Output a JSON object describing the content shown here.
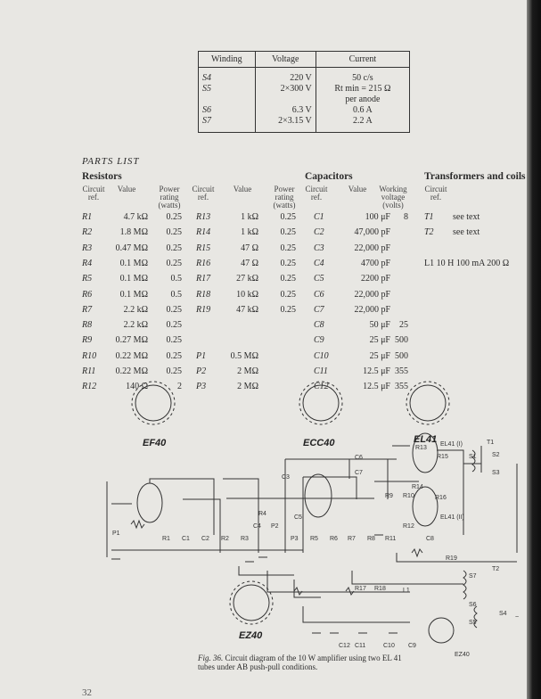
{
  "winding_table": {
    "headers": [
      "Winding",
      "Voltage",
      "Current"
    ],
    "rows": [
      {
        "winding": "S4",
        "voltage": "220 V",
        "current": "50 c/s"
      },
      {
        "winding": "S5",
        "voltage": "2×300 V",
        "current": "Rt min = 215 Ω"
      },
      {
        "winding": "",
        "voltage": "",
        "current": "per anode"
      },
      {
        "winding": "S6",
        "voltage": "6.3 V",
        "current": "0.6 A"
      },
      {
        "winding": "S7",
        "voltage": "2×3.15 V",
        "current": "2.2 A"
      }
    ]
  },
  "parts_list": {
    "title": "PARTS LIST",
    "resistors": {
      "title": "Resistors",
      "headers": [
        "Circuit ref.",
        "Value",
        "Power rating (watts)",
        "Circuit ref.",
        "Value",
        "Power rating (watts)"
      ],
      "left": [
        [
          "R1",
          "4.7 kΩ",
          "0.25"
        ],
        [
          "R2",
          "1.8 MΩ",
          "0.25"
        ],
        [
          "R3",
          "0.47 MΩ",
          "0.25"
        ],
        [
          "R4",
          "0.1 MΩ",
          "0.25"
        ],
        [
          "R5",
          "0.1 MΩ",
          "0.5"
        ],
        [
          "R6",
          "0.1 MΩ",
          "0.5"
        ],
        [
          "R7",
          "2.2 kΩ",
          "0.25"
        ],
        [
          "R8",
          "2.2 kΩ",
          "0.25"
        ],
        [
          "R9",
          "0.27 MΩ",
          "0.25"
        ],
        [
          "R10",
          "0.22 MΩ",
          "0.25"
        ],
        [
          "R11",
          "0.22 MΩ",
          "0.25"
        ],
        [
          "R12",
          "140 Ω",
          "2"
        ]
      ],
      "right": [
        [
          "R13",
          "1 kΩ",
          "0.25"
        ],
        [
          "R14",
          "1 kΩ",
          "0.25"
        ],
        [
          "R15",
          "47 Ω",
          "0.25"
        ],
        [
          "R16",
          "47 Ω",
          "0.25"
        ],
        [
          "R17",
          "27 kΩ",
          "0.25"
        ],
        [
          "R18",
          "10 kΩ",
          "0.25"
        ],
        [
          "R19",
          "47 kΩ",
          "0.25"
        ]
      ],
      "pots": [
        [
          "P1",
          "0.5 MΩ"
        ],
        [
          "P2",
          "2 MΩ"
        ],
        [
          "P3",
          "2 MΩ"
        ]
      ]
    },
    "capacitors": {
      "title": "Capacitors",
      "headers": [
        "Circuit ref.",
        "Value",
        "Working voltage (volts)"
      ],
      "rows": [
        [
          "C1",
          "100 μF",
          "8"
        ],
        [
          "C2",
          "47,000 pF",
          ""
        ],
        [
          "C3",
          "22,000 pF",
          ""
        ],
        [
          "C4",
          "4700 pF",
          ""
        ],
        [
          "C5",
          "2200 pF",
          ""
        ],
        [
          "C6",
          "22,000 pF",
          ""
        ],
        [
          "C7",
          "22,000 pF",
          ""
        ],
        [
          "C8",
          "50 μF",
          "25"
        ],
        [
          "C9",
          "25 μF",
          "500"
        ],
        [
          "C10",
          "25 μF",
          "500"
        ],
        [
          "C11",
          "12.5 μF",
          "355"
        ],
        [
          "C12",
          "12.5 μF",
          "355"
        ]
      ]
    },
    "transformers": {
      "title": "Transformers and coils",
      "header": "Circuit ref.",
      "rows": [
        [
          "T1",
          "see text"
        ],
        [
          "T2",
          "see text"
        ]
      ],
      "coil": "L1  10 H  100 mA  200 Ω"
    }
  },
  "schematic": {
    "tubes": [
      "EF40",
      "ECC40",
      "EL41",
      "EZ40"
    ],
    "labels": [
      "EF40",
      "ECC40",
      "P1",
      "R1",
      "C1",
      "C2",
      "R2",
      "R3",
      "C3",
      "R4",
      "C4",
      "P2",
      "C5",
      "P3",
      "R5",
      "R6",
      "R7",
      "C6",
      "C7",
      "R9",
      "R10",
      "R8",
      "R11",
      "R13",
      "R14",
      "R15",
      "R16",
      "R12",
      "C8",
      "R19",
      "EL41 (I)",
      "EL41 (II)",
      "T1",
      "S1",
      "S2",
      "S3",
      "T2",
      "S7",
      "S6",
      "S5",
      "S4",
      "R17",
      "R18",
      "L1",
      "C12",
      "C11",
      "C10",
      "C9",
      "EZ40",
      "~"
    ]
  },
  "caption": {
    "fig": "Fig. 36.",
    "text": "Circuit diagram of the 10 W amplifier using two EL 41 tubes under AB push-pull conditions."
  },
  "page_number": "32"
}
